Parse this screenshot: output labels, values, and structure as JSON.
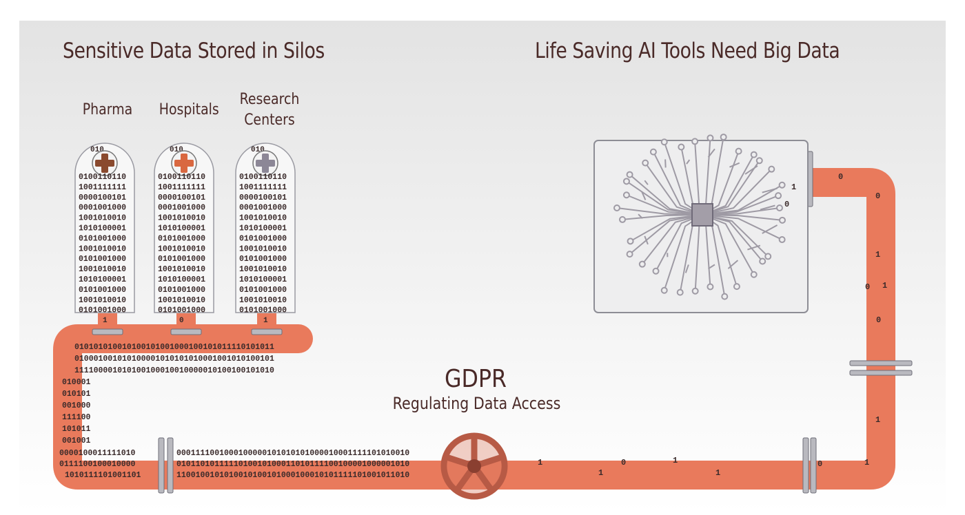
{
  "titles": {
    "left": "Sensitive Data Stored in Silos",
    "right": "Life Saving AI Tools Need Big Data"
  },
  "silos": [
    {
      "label": "Pharma",
      "cross_color": "#8a4a2e",
      "tab_bit": "1"
    },
    {
      "label": "Hospitals",
      "cross_color": "#d96840",
      "tab_bit": "0"
    },
    {
      "label": "Research Centers",
      "cross_color": "#8c8796",
      "tab_bit": "1"
    }
  ],
  "silo_top_bits": "010",
  "silo_binary_rows": [
    "0100110110",
    "1001111111",
    "0000100101",
    "0001001000",
    "1001010010",
    "1010100001",
    "0101001000",
    "1001010010",
    "0101001000",
    "1001010010",
    "1010100001",
    "0101001000",
    "1001010010",
    "0101001000"
  ],
  "pipe_binary": {
    "top": [
      "010101010010100101001000100101011110101011",
      "010001001010100001010101010001001010100101",
      "111100001010100100010010000010100100101010"
    ],
    "vertical": [
      "010001",
      "010101",
      "001000",
      "111100",
      "101011",
      "001001"
    ],
    "bottom_left": [
      "0000100011111010",
      "0111100100010000",
      "1010111101001101"
    ],
    "bottom_mid": [
      "0001111001000100000101010101000010001111101010010",
      "0101101011111010010100011010111100100001000001010",
      "1100100101010010100101000100010101111101001011010"
    ]
  },
  "scattered_bits": [
    "0",
    "0",
    "1",
    "0",
    "1",
    "0",
    "1",
    "1",
    "0",
    "1",
    "0",
    "1",
    "1",
    "1",
    "1",
    "0"
  ],
  "gdpr": {
    "title": "GDPR",
    "subtitle": "Regulating Data Access"
  },
  "colors": {
    "pipe": "#e97a5c",
    "text": "#4a2a28",
    "valve": "#b75a45",
    "chip": "#a39ea8"
  },
  "icons": [
    "medical-cross-icon",
    "ai-brain-chip-icon",
    "valve-wheel-icon",
    "pipe-flange-icon"
  ]
}
